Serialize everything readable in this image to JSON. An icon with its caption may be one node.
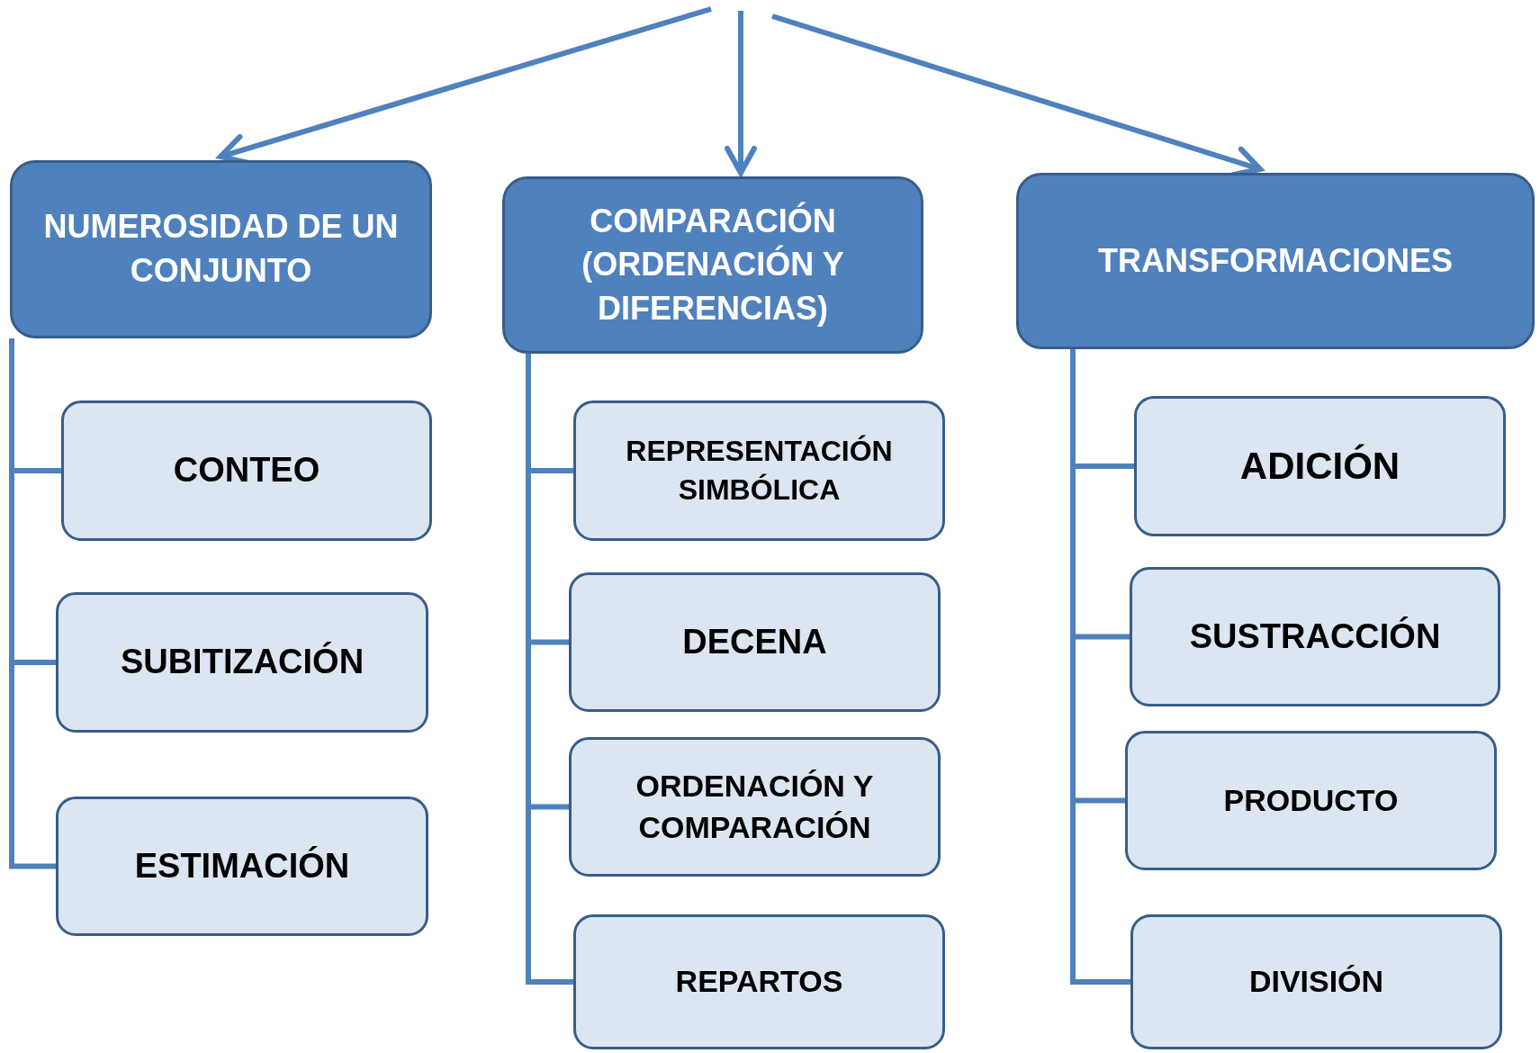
{
  "diagram": {
    "nodes": [
      {
        "text": [
          "NUMEROSIDAD DE UN CONJUNTO"
        ]
      },
      {
        "text": [
          "CONTEO"
        ]
      },
      {
        "text": [
          "SUBITIZACIÓN"
        ]
      },
      {
        "text": [
          "ESTIMACIÓN"
        ]
      },
      {
        "text": [
          "COMPARACIÓN (ORDENACIÓN Y DIFERENCIAS)"
        ]
      },
      {
        "text": [
          "REPRESENTACIÓN SIMBÓLICA"
        ]
      },
      {
        "text": [
          "DECENA"
        ]
      },
      {
        "text": [
          "ORDENACIÓN Y COMPARACIÓN"
        ]
      },
      {
        "text": [
          "REPARTOS"
        ]
      },
      {
        "text": [
          "TRANSFORMACIONES"
        ]
      },
      {
        "text": [
          "ADICIÓN"
        ]
      },
      {
        "text": [
          "SUSTRACCIÓN"
        ]
      },
      {
        "text": [
          "PRODUCTO"
        ]
      },
      {
        "text": [
          "DIVISIÓN"
        ]
      }
    ],
    "edges": [
      {
        "from": null,
        "to": 0,
        "arrow": "to"
      },
      {
        "from": null,
        "to": 4,
        "arrow": "to"
      },
      {
        "from": null,
        "to": 9,
        "arrow": "to"
      },
      {
        "from": 0,
        "to": 1,
        "arrow": "none"
      },
      {
        "from": 0,
        "to": 2,
        "arrow": "none"
      },
      {
        "from": 0,
        "to": 3,
        "arrow": "none"
      },
      {
        "from": 4,
        "to": 5,
        "arrow": "none"
      },
      {
        "from": 4,
        "to": 6,
        "arrow": "none"
      },
      {
        "from": 4,
        "to": 7,
        "arrow": "none"
      },
      {
        "from": 4,
        "to": 8,
        "arrow": "none"
      },
      {
        "from": 9,
        "to": 10,
        "arrow": "none"
      },
      {
        "from": 9,
        "to": 11,
        "arrow": "none"
      },
      {
        "from": 9,
        "to": 12,
        "arrow": "none"
      },
      {
        "from": 9,
        "to": 13,
        "arrow": "none"
      }
    ]
  }
}
